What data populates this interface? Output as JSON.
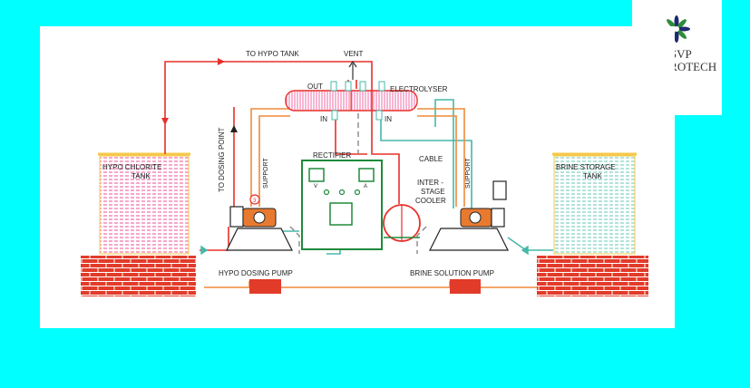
{
  "logo": {
    "line1": "RSVP",
    "line2": "CHLOROTECH",
    "icon": "flower-logo-icon"
  },
  "labels": {
    "to_hypo_tank": "TO HYPO TANK",
    "vent": "VENT",
    "out": "OUT",
    "electrolyser": "ELECTROLYSER",
    "in_left": "IN",
    "in_right": "IN",
    "to_dosing_point": "TO DOSING POINT",
    "support_left": "SUPPORT",
    "support_right": "SUPPORT",
    "rectifier": "RECTIFIER",
    "cable": "CABLE",
    "cooler_line1": "INTER -",
    "cooler_line2": "STAGE",
    "cooler_line3": "COOLER",
    "hypo_tank_line1": "HYPO CHLORITE",
    "hypo_tank_line2": "TANK",
    "brine_tank_line1": "BRINE STORAGE",
    "brine_tank_line2": "TANK",
    "hypo_dosing_pump": "HYPO DOSING PUMP",
    "brine_solution_pump": "BRINE SOLUTION PUMP",
    "meter_v": "V",
    "meter_a": "A",
    "pump_tag": "3"
  },
  "colors": {
    "background": "#00ffff",
    "panel": "#ffffff",
    "hypo_line": "#e8302a",
    "brine_line": "#46b8a8",
    "support_line": "#f08a3a",
    "brick": "#e23b2a",
    "rectifier_frame": "#1f8a3c",
    "pump_body": "#e87a30",
    "hypo_liquid": "#f06ca8",
    "brine_liquid": "#7fd0c0",
    "tank_rim": "#f5c84a"
  }
}
